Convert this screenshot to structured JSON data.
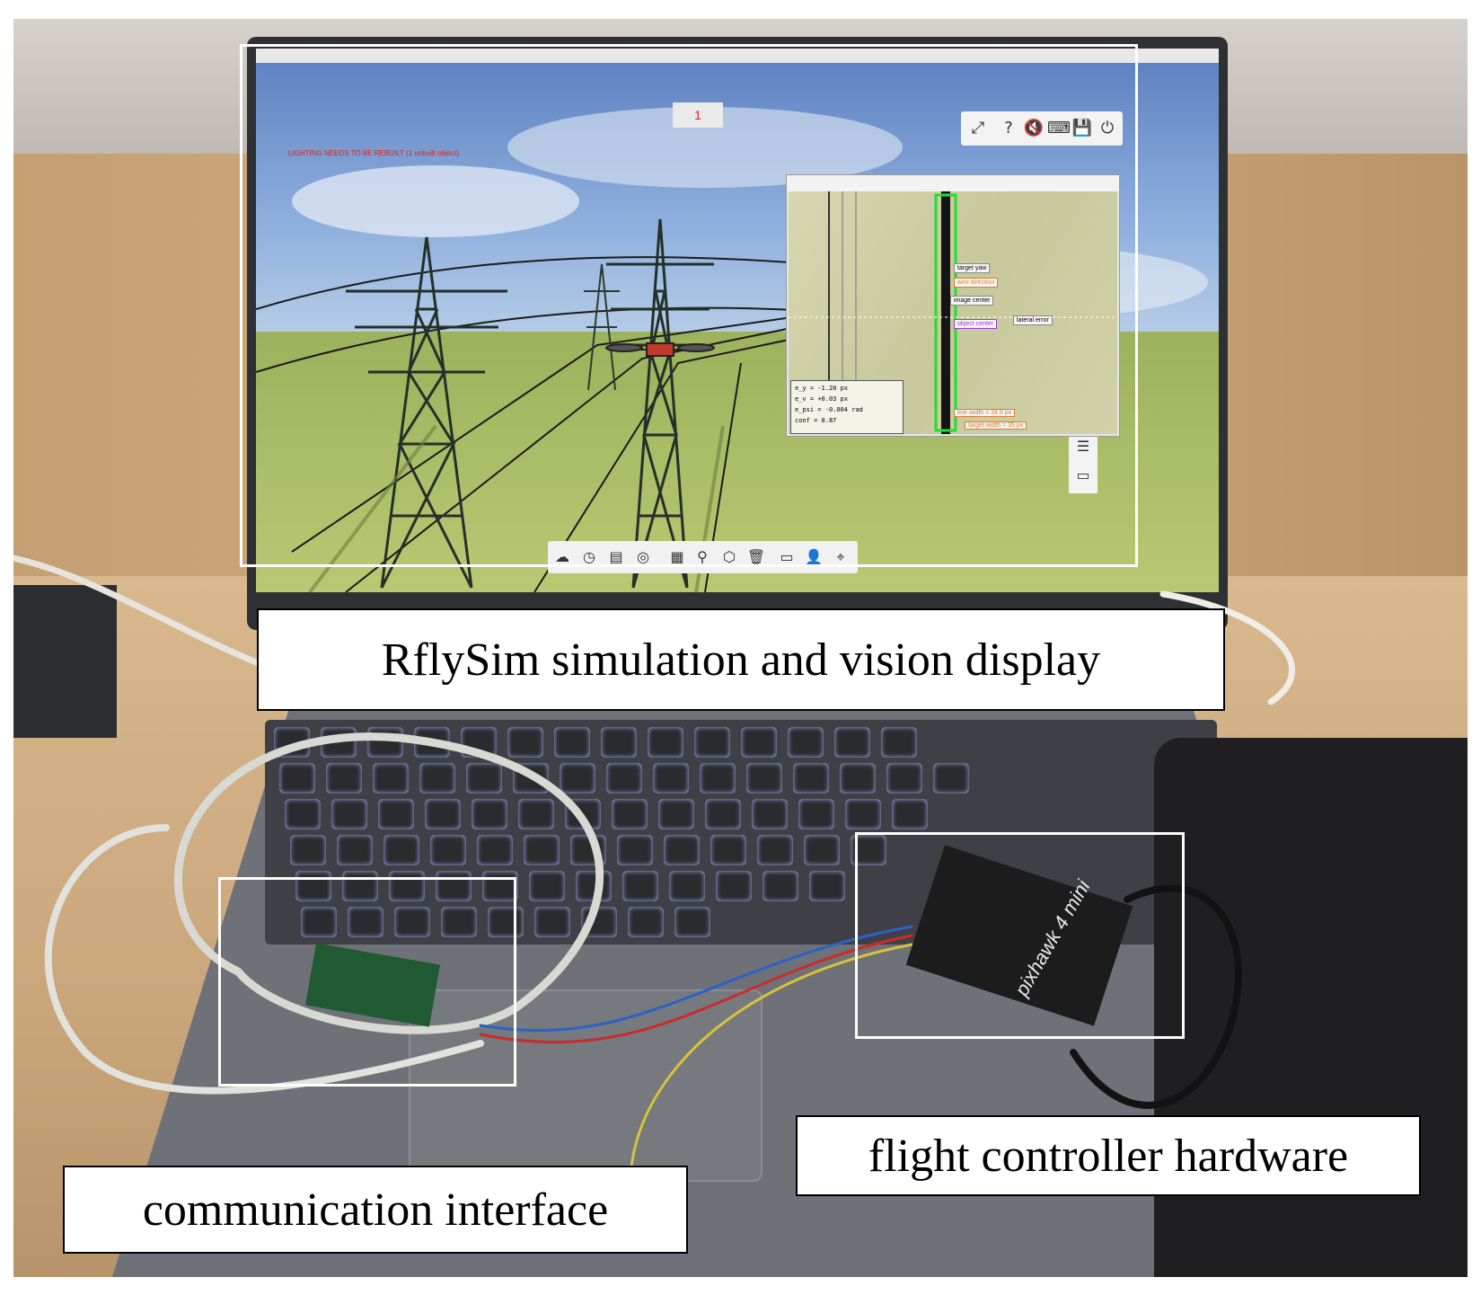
{
  "captions": {
    "top": "RflySim simulation and vision display",
    "left": "communication interface",
    "right": "flight controller hardware"
  },
  "screen": {
    "warning": "LIGHTING NEEDS TO BE REBUILT (1 unbuilt object)",
    "counter": "1",
    "vision_window": {
      "tags": [
        "target yaw",
        "wire direction",
        "image center",
        "object center",
        "lateral error"
      ],
      "stats": [
        {
          "name": "e_y",
          "value": "-1.20 px"
        },
        {
          "name": "e_v",
          "value": "+0.03 px"
        },
        {
          "name": "e_psi",
          "value": "-0.004 rad"
        },
        {
          "name": "conf",
          "value": "0.87"
        }
      ],
      "line_width": "line width = 34.9 px",
      "target_width": "target width = 35 px"
    }
  },
  "device": {
    "brand": "pixhawk 4 mini"
  },
  "colors": {
    "box": "#ffffff",
    "caption_border": "#000000",
    "detection_green": "#22dd33",
    "warning_red": "#e0201a"
  }
}
